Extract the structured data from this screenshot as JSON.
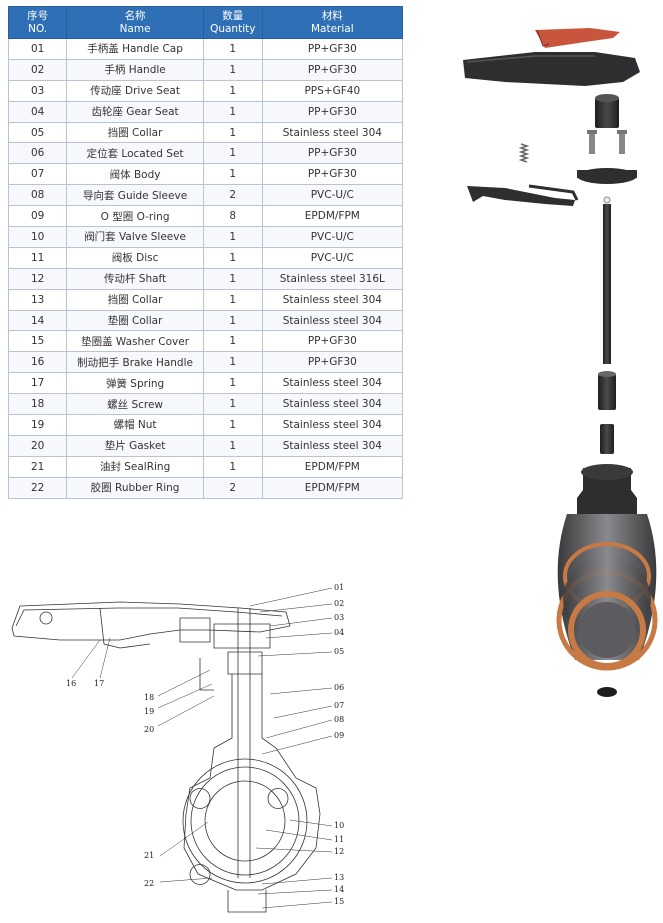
{
  "table": {
    "headers": [
      {
        "cn": "序号",
        "en": "NO."
      },
      {
        "cn": "名称",
        "en": "Name"
      },
      {
        "cn": "数量",
        "en": "Quantity"
      },
      {
        "cn": "材料",
        "en": "Material"
      }
    ],
    "rows": [
      {
        "no": "01",
        "name": "手柄盖 Handle Cap",
        "qty": "1",
        "material": "PP+GF30"
      },
      {
        "no": "02",
        "name": "手柄 Handle",
        "qty": "1",
        "material": "PP+GF30"
      },
      {
        "no": "03",
        "name": "传动座 Drive Seat",
        "qty": "1",
        "material": "PPS+GF40"
      },
      {
        "no": "04",
        "name": "齿轮座 Gear Seat",
        "qty": "1",
        "material": "PP+GF30"
      },
      {
        "no": "05",
        "name": "挡圈 Collar",
        "qty": "1",
        "material": "Stainless steel 304"
      },
      {
        "no": "06",
        "name": "定位套 Located Set",
        "qty": "1",
        "material": "PP+GF30"
      },
      {
        "no": "07",
        "name": "阀体 Body",
        "qty": "1",
        "material": "PP+GF30"
      },
      {
        "no": "08",
        "name": "导向套 Guide Sleeve",
        "qty": "2",
        "material": "PVC-U/C"
      },
      {
        "no": "09",
        "name": "O 型圈 O-ring",
        "qty": "8",
        "material": "EPDM/FPM"
      },
      {
        "no": "10",
        "name": "阀门套 Valve Sleeve",
        "qty": "1",
        "material": "PVC-U/C"
      },
      {
        "no": "11",
        "name": "阀板 Disc",
        "qty": "1",
        "material": "PVC-U/C"
      },
      {
        "no": "12",
        "name": "传动杆 Shaft",
        "qty": "1",
        "material": "Stainless steel 316L"
      },
      {
        "no": "13",
        "name": "挡圈 Collar",
        "qty": "1",
        "material": "Stainless steel 304"
      },
      {
        "no": "14",
        "name": "垫圈 Collar",
        "qty": "1",
        "material": "Stainless steel 304"
      },
      {
        "no": "15",
        "name": "垫圈盖 Washer Cover",
        "qty": "1",
        "material": "PP+GF30"
      },
      {
        "no": "16",
        "name": "制动把手 Brake Handle",
        "qty": "1",
        "material": "PP+GF30"
      },
      {
        "no": "17",
        "name": "弹簧 Spring",
        "qty": "1",
        "material": "Stainless steel 304"
      },
      {
        "no": "18",
        "name": "螺丝 Screw",
        "qty": "1",
        "material": "Stainless steel 304"
      },
      {
        "no": "19",
        "name": "螺帽 Nut",
        "qty": "1",
        "material": "Stainless steel 304"
      },
      {
        "no": "20",
        "name": "垫片 Gasket",
        "qty": "1",
        "material": "Stainless steel 304"
      },
      {
        "no": "21",
        "name": "油封 SealRing",
        "qty": "1",
        "material": "EPDM/FPM"
      },
      {
        "no": "22",
        "name": "胶圈 Rubber Ring",
        "qty": "2",
        "material": "EPDM/FPM"
      }
    ]
  },
  "drawing": {
    "callouts_right": [
      "01",
      "02",
      "03",
      "04",
      "05",
      "06",
      "07",
      "08",
      "09",
      "10",
      "11",
      "12",
      "13",
      "14",
      "15"
    ],
    "callouts_left": [
      "16",
      "17",
      "18",
      "19",
      "20",
      "21",
      "22"
    ]
  },
  "colors": {
    "header_bg": "#2f6fb5",
    "border": "#b9c4d3",
    "handle": "#2e2e30",
    "cap": "#c9553e",
    "ring": "#c87a45"
  }
}
